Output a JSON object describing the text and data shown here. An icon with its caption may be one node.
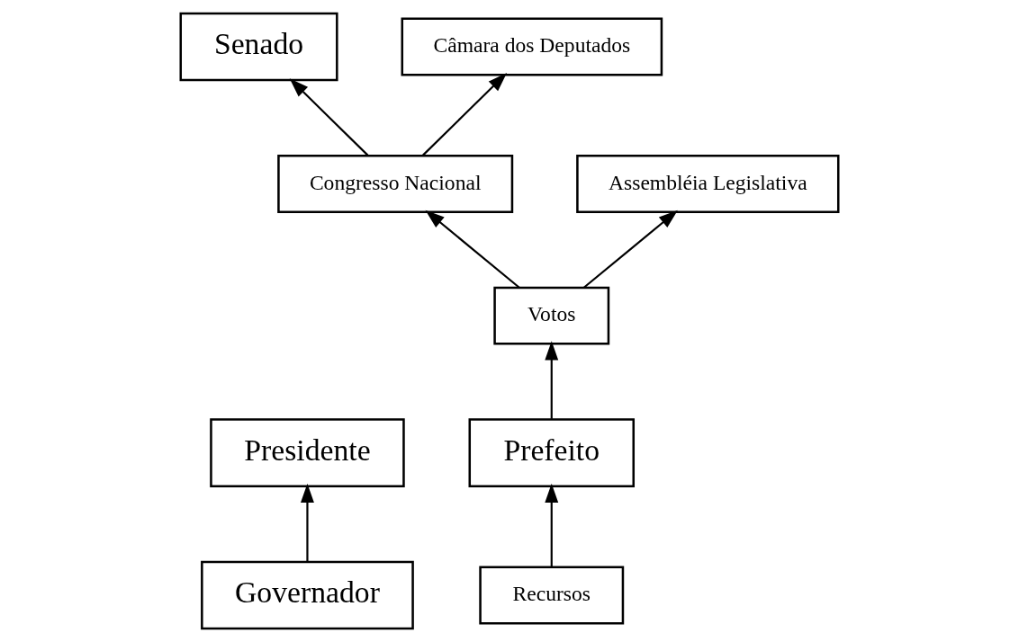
{
  "diagram": {
    "nodes": [
      {
        "text": [
          "Presidente"
        ]
      },
      {
        "text": [
          "Senado"
        ]
      },
      {
        "text": [
          "Congresso Nacional"
        ]
      },
      {
        "text": [
          "Câmara dos Deputados"
        ]
      },
      {
        "text": [
          "Governador"
        ]
      },
      {
        "text": [
          "Recursos"
        ]
      },
      {
        "text": [
          "Votos"
        ]
      },
      {
        "text": [
          "Assembléia Legislativa"
        ]
      },
      {
        "text": [
          "Prefeito"
        ]
      }
    ],
    "edges": [
      {
        "from": 4,
        "to": 0,
        "arrow": "to"
      },
      {
        "from": 2,
        "to": 1,
        "arrow": "to"
      },
      {
        "from": 2,
        "to": 3,
        "arrow": "to"
      },
      {
        "from": 6,
        "to": 2,
        "arrow": "to"
      },
      {
        "from": 6,
        "to": 7,
        "arrow": "to"
      },
      {
        "from": 5,
        "to": 8,
        "arrow": "to"
      },
      {
        "from": 8,
        "to": 6,
        "arrow": "to"
      }
    ]
  }
}
